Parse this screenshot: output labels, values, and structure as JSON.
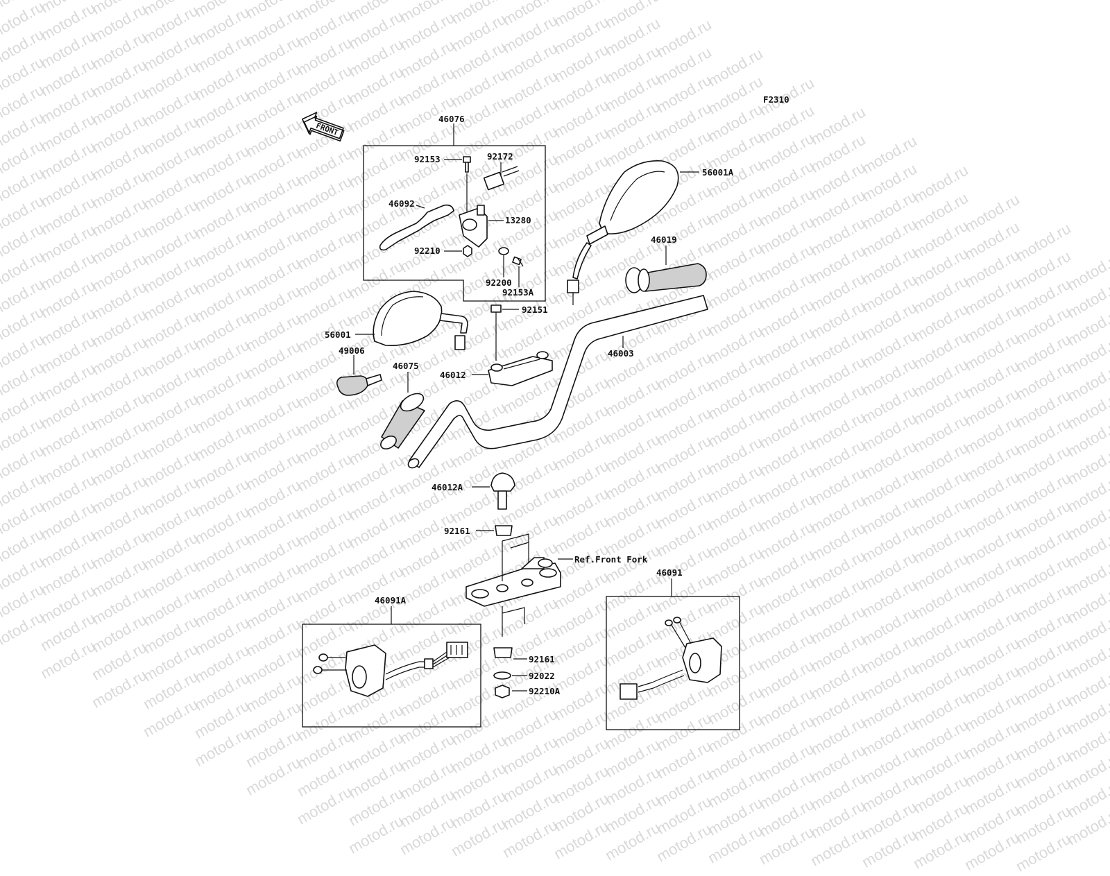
{
  "watermark": {
    "text": "motod.ru"
  },
  "figure_code": "F2310",
  "front_arrow": {
    "label": "FRONT"
  },
  "parts": {
    "p46076": "46076",
    "p92153": "92153",
    "p92172": "92172",
    "p46092": "46092",
    "p13280": "13280",
    "p92210": "92210",
    "p92200": "92200",
    "p92153A": "92153A",
    "p56001A": "56001A",
    "p46019": "46019",
    "p92151": "92151",
    "p56001": "56001",
    "p49006": "49006",
    "p46075": "46075",
    "p46012": "46012",
    "p46003": "46003",
    "p46012A": "46012A",
    "p92161a": "92161",
    "ref_front_fork": "Ref.Front Fork",
    "p46091": "46091",
    "p46091A": "46091A",
    "p92161b": "92161",
    "p92022": "92022",
    "p92210A": "92210A"
  }
}
